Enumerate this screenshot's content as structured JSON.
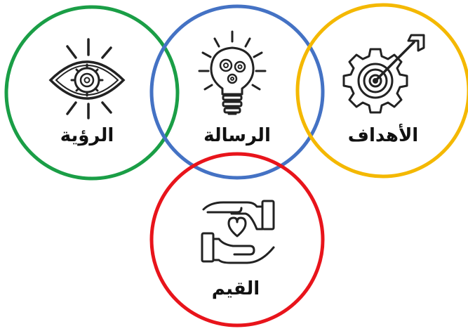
{
  "circles": [
    {
      "id": "vision",
      "label": "الرؤية",
      "color": "#1a9e46",
      "icon": "eye-gear-icon"
    },
    {
      "id": "mission",
      "label": "الرسالة",
      "color": "#4472c4",
      "icon": "lightbulb-gears-icon"
    },
    {
      "id": "goals",
      "label": "الأهداف",
      "color": "#f4b800",
      "icon": "gear-target-arrow-icon"
    },
    {
      "id": "values",
      "label": "القيم",
      "color": "#e8141b",
      "icon": "hands-heart-icon"
    }
  ]
}
